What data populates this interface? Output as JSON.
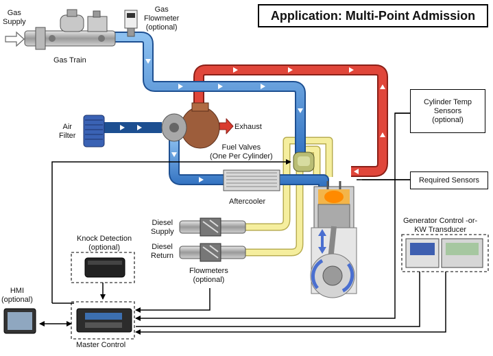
{
  "title": "Application: Multi-Point Admission",
  "labels": {
    "gas_supply_1": "Gas",
    "gas_supply_2": "Supply",
    "gas_train": "Gas Train",
    "gas_flowmeter_1": "Gas",
    "gas_flowmeter_2": "Flowmeter",
    "gas_flowmeter_3": "(optional)",
    "air_filter_1": "Air",
    "air_filter_2": "Filter",
    "exhaust": "Exhaust",
    "fuel_valves_1": "Fuel Valves",
    "fuel_valves_2": "(One Per Cylinder)",
    "aftercooler": "Aftercooler",
    "diesel_supply_1": "Diesel",
    "diesel_supply_2": "Supply",
    "diesel_return_1": "Diesel",
    "diesel_return_2": "Return",
    "flowmeters_1": "Flowmeters",
    "flowmeters_2": "(optional)",
    "knock_1": "Knock Detection",
    "knock_2": "(optional)",
    "hmi_1": "HMI",
    "hmi_2": "(optional)",
    "master_control": "Master Control",
    "generator_1": "Generator Control -or-",
    "generator_2": "KW Transducer"
  },
  "boxes": {
    "cylinder_temp_1": "Cylinder Temp",
    "cylinder_temp_2": "Sensors",
    "cylinder_temp_3": "(optional)",
    "required_sensors": "Required Sensors"
  },
  "colors": {
    "gas_pipe": "#4a8fd8",
    "exhaust_pipe": "#d93b2f",
    "diesel_pipe": "#f2ea9a",
    "line": "#000000"
  }
}
